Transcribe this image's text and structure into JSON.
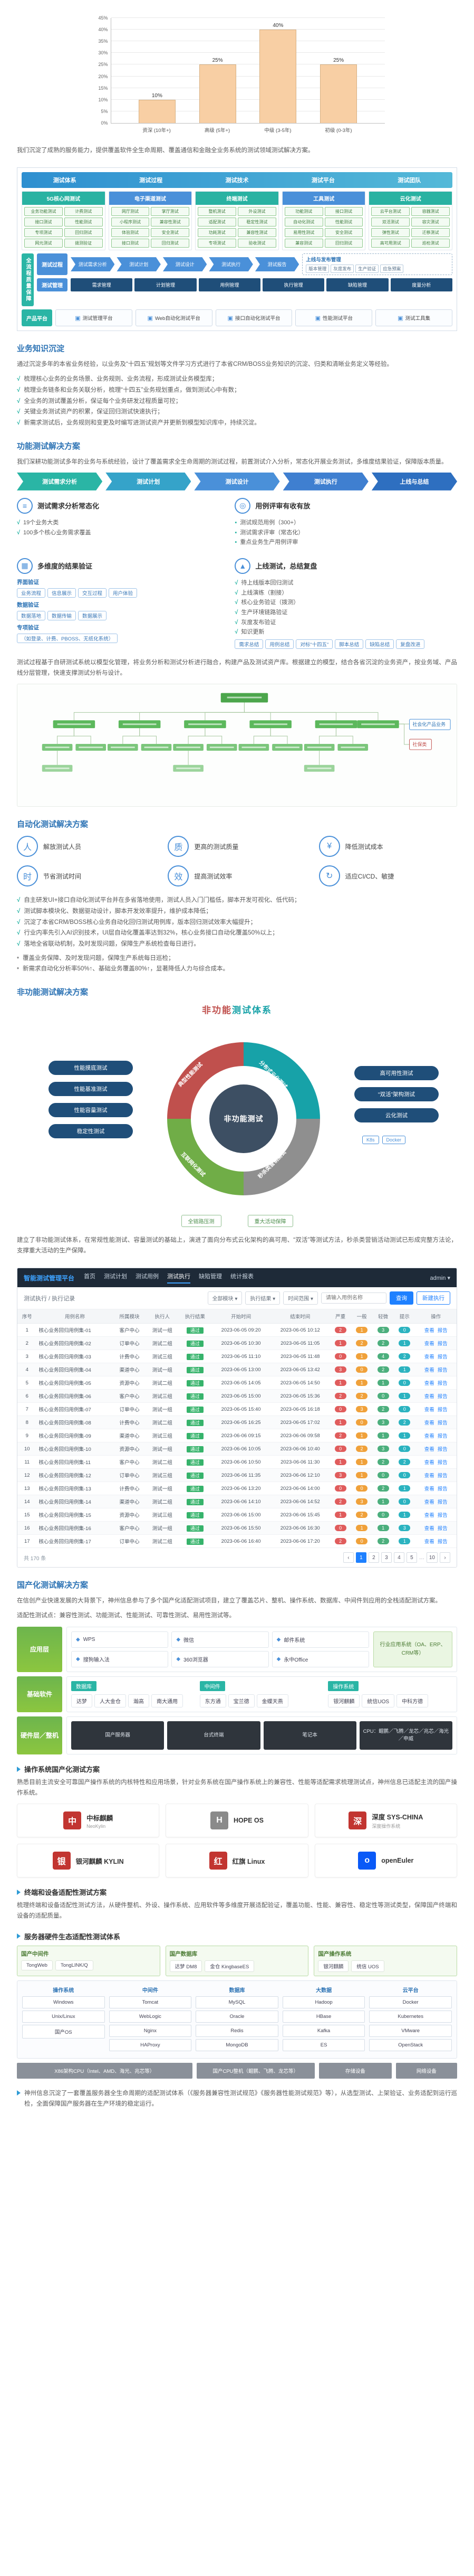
{
  "chart_data": {
    "type": "bar",
    "title": "",
    "categories": [
      "资深 (10年+)",
      "高级 (5年+)",
      "中级 (3-5年)",
      "初级 (0-3年)"
    ],
    "values": [
      10,
      25,
      40,
      25
    ],
    "value_labels": [
      "10%",
      "25%",
      "40%",
      "25%"
    ],
    "xlabel": "",
    "ylabel": "",
    "ylim": [
      0,
      45
    ],
    "yticks": [
      0,
      5,
      10,
      15,
      20,
      25,
      30,
      35,
      40,
      45
    ],
    "grid": true,
    "legend": false,
    "bar_color": "#f8cfa4",
    "bar_border": "#d8b183"
  },
  "intro": {
    "text": "我们沉淀了成熟的服务能力，提供覆盖软件全生命周期、覆盖通信和金融全业务系统的测试领域测试解决方案。"
  },
  "architecture": {
    "header_items": [
      "测试体系",
      "测试过程",
      "测试技术",
      "测试平台",
      "测试团队"
    ],
    "side_label": "全流程质量保障",
    "domains": [
      {
        "title": "5G核心网测试",
        "color": "#29b2a2",
        "items": [
          "业务功能测试",
          "计费测试",
          "接口测试",
          "性能测试",
          "专项测试",
          "回归测试",
          "网元测试",
          "拨测验证"
        ]
      },
      {
        "title": "电子渠道测试",
        "color": "#4a90d9",
        "items": [
          "网厅测试",
          "掌厅测试",
          "小程序测试",
          "兼容性测试",
          "体验测试",
          "安全测试",
          "接口测试",
          "回归测试"
        ]
      },
      {
        "title": "终端测试",
        "color": "#29b2a2",
        "items": [
          "整机测试",
          "外设测试",
          "适配测试",
          "稳定性测试",
          "功耗测试",
          "兼容性测试",
          "专项测试",
          "验收测试"
        ]
      },
      {
        "title": "工具测试",
        "color": "#4a90d9",
        "items": [
          "功能测试",
          "接口测试",
          "自动化测试",
          "性能测试",
          "易用性测试",
          "安全测试",
          "兼容测试",
          "回归测试"
        ]
      },
      {
        "title": "云化测试",
        "color": "#29b2a2",
        "items": [
          "云平台测试",
          "容器测试",
          "双活测试",
          "容灾测试",
          "弹性测试",
          "迁移测试",
          "高可用测试",
          "巡检测试"
        ]
      }
    ],
    "process_label": "测试过程",
    "process_steps": [
      "测试需求分析",
      "测试计划",
      "测试设计",
      "测试执行",
      "测试报告"
    ],
    "support_title": "上线与发布管理",
    "support_items": [
      "版本管理",
      "灰度发布",
      "生产验证",
      "应急预案"
    ],
    "manage_label": "测试管理",
    "manage_items": [
      "需求管理",
      "计划管理",
      "用例管理",
      "执行管理",
      "缺陷管理",
      "度量分析"
    ],
    "products_label": "产品平台",
    "products": [
      "测试管理平台",
      "Web自动化测试平台",
      "接口自动化测试平台",
      "性能测试平台",
      "测试工具集"
    ]
  },
  "knowledge": {
    "title": "业务知识沉淀",
    "lead": "通过沉淀多年的本省业务经验，以业务及“十四五”规划等文件学习方式进行了本省CRM/BOSS业务知识的沉淀、归类和清晰业务定义等经验。",
    "bullets": [
      "梳理核心业务的业务场景、业务规则、业务流程，形成测试业务模型库；",
      "梳理业务链条和业务关联分析，梳理“十四五”业务规划重点，做到测试心中有数；",
      "全业务的测试覆盖分析，保证每个业务研发过程质量可控；",
      "关键业务测试资产的积累，保证回归测试快速执行；",
      "新需求测试后，业务规则和变更及时编写进测试资产并更新到模型知识库中，持续沉淀。"
    ]
  },
  "functional": {
    "title": "功能测试解决方案",
    "lead": "我们深耕功能测试多年的业务与系统经验，设计了覆盖需求全生命周期的测试过程，前置测试介入分析，常态化开展业务测试，多维度结果验证，保障版本质量。",
    "flow": [
      "测试需求分析",
      "测试计划",
      "测试设计",
      "测试执行",
      "上线与总结"
    ],
    "quads": [
      {
        "icon": "≡",
        "title": "测试需求分析常态化",
        "items": [
          "19个业务大类",
          "100多个核心业务需求覆盖"
        ]
      },
      {
        "icon": "◎",
        "title": "用例评审有收有放",
        "items": [
          "测试规范用例（300+）",
          "测试需求评审（常态化）",
          "重点业务生产用例评审"
        ]
      },
      {
        "icon": "▦",
        "title": "多维度的结果验证",
        "groups": [
          {
            "label": "界面验证",
            "items": [
              "业务流程",
              "信息展示",
              "交互过程",
              "用户体验"
            ]
          },
          {
            "label": "数据验证",
            "items": [
              "数据落地",
              "数据传输",
              "数据展示"
            ]
          },
          {
            "label": "专项验证",
            "items": [
              "（如登录、计费、PBOSS、无纸化系统）"
            ]
          }
        ]
      },
      {
        "icon": "▲",
        "title": "上线测试，总结复盘",
        "items": [
          "待上线版本回归测试",
          "上线演练（割接）",
          "核心业务验证（拨测）",
          "生产环境链路验证",
          "灰度发布验证",
          "知识更新"
        ],
        "sub": [
          "需求总结",
          "用例总结",
          "对标“十四五”",
          "脚本总结",
          "缺陷总结",
          "复盘改进"
        ]
      }
    ],
    "model_text": "测试过程基于自研测试系统以模型化管理，将业务分析和测试分析进行融合，构建产品及测试资产库。根据建立的模型，结合各省沉淀的业务资产，按业务域、产品线分层管理，快速支撑测试分析与设计。"
  },
  "mindmap": {
    "tag1": "社会化产品业务",
    "tag2": "社保类"
  },
  "automation": {
    "title": "自动化测试解决方案",
    "benefits": [
      {
        "glyph": "人",
        "label": "解放测试人员"
      },
      {
        "glyph": "质",
        "label": "更高的测试质量"
      },
      {
        "glyph": "¥",
        "label": "降低测试成本"
      },
      {
        "glyph": "时",
        "label": "节省测试时间"
      },
      {
        "glyph": "效",
        "label": "提高测试效率"
      },
      {
        "glyph": "↻",
        "label": "适应CI/CD、敏捷"
      }
    ],
    "bullets": [
      "自主研发UI+接口自动化测试平台并在多省落地使用，测试人员入门门槛低，脚本开发可视化、低代码；",
      "测试脚本模块化、数据驱动设计，脚本开发效率提升，维护成本降低；",
      "沉淀了本省CRM/BOSS核心业务自动化回归测试用例库，版本回归测试效率大幅提升；",
      "行业内率先引入AI识别技术，UI层自动化覆盖率达到32%，核心业务接口自动化覆盖50%以上；",
      "落地全省联动机制，及时发现问题，保障生产系统检查每日进行。"
    ],
    "dots": [
      "覆盖业务保障、及时发现问题，保障生产系统每日巡检；",
      "新需求自动化分析率50%↑、基础业务覆盖80%↑，显著降低人力与综合成本。"
    ]
  },
  "nonfunctional": {
    "title": "非功能测试解决方案",
    "diagram_title_1": "非功能",
    "diagram_title_2": "测试体系",
    "center": "非功能测试",
    "arcs": [
      {
        "label": "典型性能测试",
        "color": "#c0504d"
      },
      {
        "label": "分布式云化测试",
        "color": "#17a2a8"
      },
      {
        "label": "互联网化测试",
        "color": "#70ad47"
      },
      {
        "label": "秒杀类营销测试",
        "color": "#8f8f8f"
      }
    ],
    "left_boxes": [
      "性能摸底测试",
      "性能基准测试",
      "性能容量测试",
      "稳定性测试"
    ],
    "right_boxes": [
      "高可用性测试",
      "“双活”架构测试",
      "云化测试"
    ],
    "chips": [
      "K8s",
      "Docker"
    ],
    "bottom_boxes": [
      "全链路压测",
      "重大活动保障"
    ],
    "para": "建立了非功能测试体系，在常规性能测试、容量测试的基础上，演进了面向分布式云化架构的高可用、“双活”等测试方法，秒杀类营销活动测试已形成完整方法论，支撑重大活动的生产保障。"
  },
  "platform_shot": {
    "brand": "智能测试管理平台",
    "menus": [
      "首页",
      "测试计划",
      "测试用例",
      "测试执行",
      "缺陷管理",
      "统计报表"
    ],
    "user": "admin",
    "breadcrumb": "测试执行 / 执行记录",
    "filters": [
      "全部模块",
      "执行结果",
      "时间范围"
    ],
    "search_placeholder": "请输入用例名称",
    "query_button": "查询",
    "new_button": "新建执行",
    "columns": [
      "序号",
      "用例名称",
      "所属模块",
      "执行人",
      "执行结果",
      "开始时间",
      "结束时间",
      "严重",
      "一般",
      "轻微",
      "提示",
      "操作"
    ],
    "result_pass": "通过",
    "ops": [
      "查看",
      "报告"
    ],
    "rows": [
      [
        "1",
        "核心业务回归用例集-01",
        "客户中心",
        "测试一组",
        "2023-06-05 09:20",
        "2023-06-05 10:12",
        2,
        1,
        3,
        0
      ],
      [
        "2",
        "核心业务回归用例集-02",
        "订单中心",
        "测试二组",
        "2023-06-05 10:30",
        "2023-06-05 11:05",
        1,
        2,
        2,
        1
      ],
      [
        "3",
        "核心业务回归用例集-03",
        "计费中心",
        "测试三组",
        "2023-06-05 11:10",
        "2023-06-05 11:48",
        0,
        1,
        4,
        2
      ],
      [
        "4",
        "核心业务回归用例集-04",
        "渠道中心",
        "测试一组",
        "2023-06-05 13:00",
        "2023-06-05 13:42",
        3,
        0,
        2,
        1
      ],
      [
        "5",
        "核心业务回归用例集-05",
        "资源中心",
        "测试二组",
        "2023-06-05 14:05",
        "2023-06-05 14:50",
        1,
        1,
        1,
        0
      ],
      [
        "6",
        "核心业务回归用例集-06",
        "客户中心",
        "测试三组",
        "2023-06-05 15:00",
        "2023-06-05 15:36",
        2,
        2,
        0,
        1
      ],
      [
        "7",
        "核心业务回归用例集-07",
        "订单中心",
        "测试一组",
        "2023-06-05 15:40",
        "2023-06-05 16:18",
        0,
        3,
        2,
        0
      ],
      [
        "8",
        "核心业务回归用例集-08",
        "计费中心",
        "测试二组",
        "2023-06-05 16:25",
        "2023-06-05 17:02",
        1,
        0,
        3,
        2
      ],
      [
        "9",
        "核心业务回归用例集-09",
        "渠道中心",
        "测试三组",
        "2023-06-06 09:15",
        "2023-06-06 09:58",
        2,
        1,
        1,
        1
      ],
      [
        "10",
        "核心业务回归用例集-10",
        "资源中心",
        "测试一组",
        "2023-06-06 10:05",
        "2023-06-06 10:40",
        0,
        2,
        3,
        0
      ],
      [
        "11",
        "核心业务回归用例集-11",
        "客户中心",
        "测试二组",
        "2023-06-06 10:50",
        "2023-06-06 11:30",
        1,
        1,
        2,
        2
      ],
      [
        "12",
        "核心业务回归用例集-12",
        "订单中心",
        "测试三组",
        "2023-06-06 11:35",
        "2023-06-06 12:10",
        3,
        1,
        0,
        0
      ],
      [
        "13",
        "核心业务回归用例集-13",
        "计费中心",
        "测试一组",
        "2023-06-06 13:20",
        "2023-06-06 14:00",
        0,
        0,
        2,
        1
      ],
      [
        "14",
        "核心业务回归用例集-14",
        "渠道中心",
        "测试二组",
        "2023-06-06 14:10",
        "2023-06-06 14:52",
        2,
        3,
        1,
        0
      ],
      [
        "15",
        "核心业务回归用例集-15",
        "资源中心",
        "测试三组",
        "2023-06-06 15:00",
        "2023-06-06 15:45",
        1,
        2,
        0,
        1
      ],
      [
        "16",
        "核心业务回归用例集-16",
        "客户中心",
        "测试一组",
        "2023-06-06 15:50",
        "2023-06-06 16:30",
        0,
        1,
        1,
        3
      ],
      [
        "17",
        "核心业务回归用例集-17",
        "订单中心",
        "测试二组",
        "2023-06-06 16:40",
        "2023-06-06 17:20",
        2,
        0,
        2,
        1
      ]
    ],
    "pagination": {
      "total": "共 170 条",
      "prev": "‹",
      "next": "›",
      "pages": [
        "1",
        "2",
        "3",
        "4",
        "5",
        "10"
      ]
    }
  },
  "localization": {
    "title": "国产化测试解决方案",
    "lead1": "在信创产业快速发展的大背景下，神州信息参与了多个国产化适配测试项目，建立了覆盖芯片、整机、操作系统、数据库、中间件到应用的全栈适配测试方案。",
    "lead2": "适配性测试点：兼容性测试、功能测试、性能测试、可靠性测试、易用性测试等。",
    "layers": [
      {
        "label": "应用层",
        "apps": [
          "WPS",
          "微信",
          "邮件系统",
          "搜狗输入法",
          "360浏览器",
          "永中Office"
        ],
        "side": "行业应用系统（OA、ERP、CRM等）"
      },
      {
        "label": "基础软件",
        "groups": [
          {
            "name": "数据库",
            "items": [
              "达梦",
              "人大金仓",
              "瀚高",
              "南大通用"
            ]
          },
          {
            "name": "中间件",
            "items": [
              "东方通",
              "宝兰德",
              "金蝶天燕"
            ]
          },
          {
            "name": "操作系统",
            "items": [
              "银河麒麟",
              "统信UOS",
              "中科方德"
            ]
          }
        ]
      },
      {
        "label": "硬件层／整机",
        "items": [
          "国产服务器",
          "台式终端",
          "笔记本",
          "CPU：鲲鹏／飞腾／龙芯／兆芯／海光／申威"
        ]
      }
    ]
  },
  "os_section": {
    "title": "操作系统国产化测试方案",
    "para": "熟悉目前主流安全可靠国产操作系统的内核特性和应用场景，针对业务系统在国产操作系统上的兼容性、性能等适配需求梳理测试点，神州信息已适配主流的国产操作系统。",
    "logos": [
      {
        "name": "中标麒麟",
        "sub": "NeoKylin",
        "color": "#c23531"
      },
      {
        "name": "HOPE OS",
        "sub": "",
        "color": "#8a8a8a"
      },
      {
        "name": "深度 SYS-CHINA",
        "sub": "深度操作系统",
        "color": "#c23531"
      },
      {
        "name": "银河麒麟 KYLIN",
        "sub": "",
        "color": "#c23531"
      },
      {
        "name": "红旗 Linux",
        "sub": "",
        "color": "#c23531"
      },
      {
        "name": "openEuler",
        "sub": "",
        "color": "#0a59f7"
      }
    ]
  },
  "terminal_section": {
    "title": "终端和设备适配性测试方案",
    "para": "梳理终端和设备适配性测试方法，从硬件整机、外设、操作系统、应用软件等多维度开展适配验证，覆盖功能、性能、兼容性、稳定性等测试类型，保障国产终端和设备的适配质量。"
  },
  "server_eco": {
    "title": "服务器硬件生态适配性测试体系",
    "top_groups": [
      {
        "name": "国产中间件",
        "items": [
          "TongWeb",
          "TongLINK/Q"
        ]
      },
      {
        "name": "国产数据库",
        "items": [
          "达梦 DM8",
          "金仓 KingbaseES"
        ]
      },
      {
        "name": "国产操作系统",
        "items": [
          "银河麒麟",
          "统信 UOS"
        ]
      }
    ],
    "matrix": [
      {
        "name": "操作系统",
        "items": [
          "Windows",
          "Unix/Linux",
          "国产OS"
        ]
      },
      {
        "name": "中间件",
        "items": [
          "Tomcat",
          "WebLogic",
          "Nginx",
          "HAProxy"
        ]
      },
      {
        "name": "数据库",
        "items": [
          "MySQL",
          "Oracle",
          "Redis",
          "MongoDB"
        ]
      },
      {
        "name": "大数据",
        "items": [
          "Hadoop",
          "HBase",
          "Kafka",
          "ES"
        ]
      },
      {
        "name": "云平台",
        "items": [
          "Docker",
          "Kubernetes",
          "VMware",
          "OpenStack"
        ]
      }
    ],
    "bottom": [
      "X86架构CPU（Intel、AMD、海光、兆芯等）",
      "国产CPU整机（鲲鹏、飞腾、龙芯等）",
      "存储设备",
      "网络设备"
    ]
  },
  "footer": {
    "para": "神州信息沉淀了一套覆盖服务器全生命周期的适配测试体系（《服务器兼容性测试规范》《服务器性能测试规范》等），从选型测试、上架验证、业务适配到运行巡检，全面保障国产服务器在生产环境的稳定运行。"
  }
}
